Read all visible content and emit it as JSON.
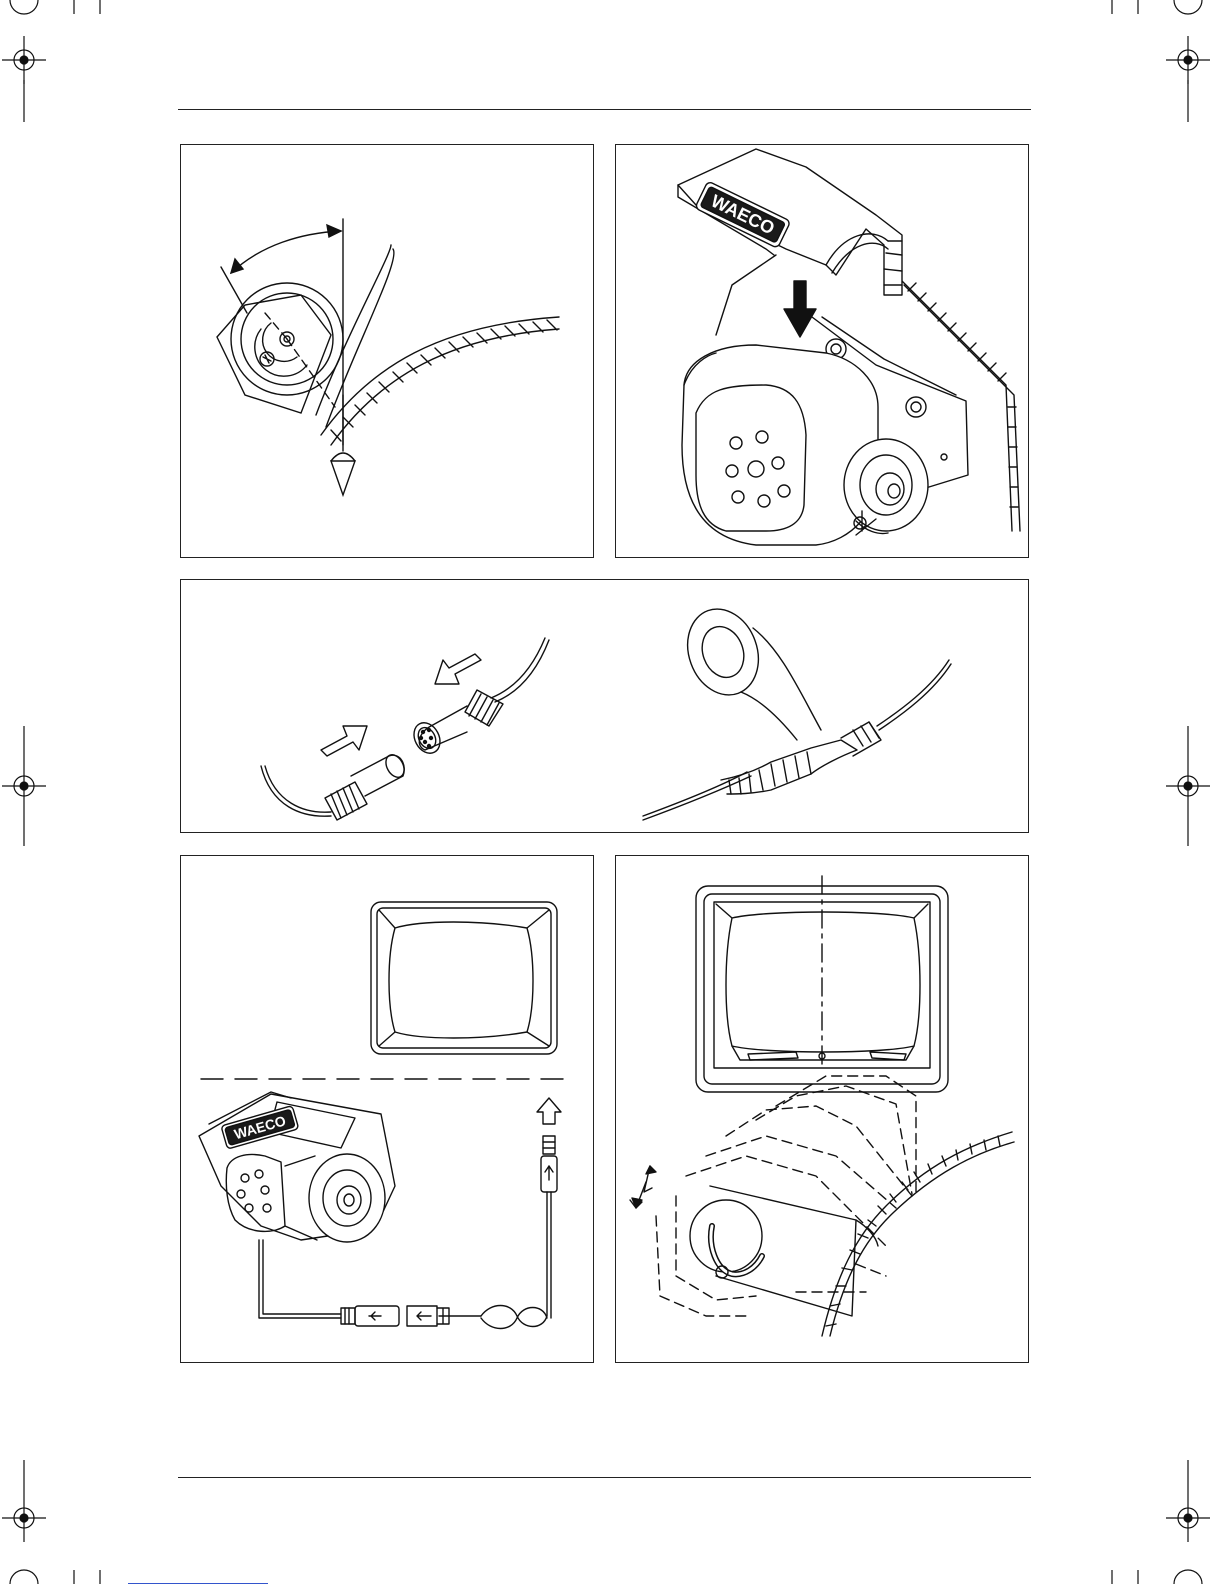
{
  "page": {
    "background": "#ffffff",
    "line_color": "#222222"
  },
  "figures": [
    {
      "id": "fig-mount-angle",
      "icons": [
        "camera-bracket-icon",
        "angle-arc-icon",
        "vehicle-wall-icon"
      ]
    },
    {
      "id": "fig-attach-cover",
      "icons": [
        "camera-cover-icon",
        "down-arrow-icon",
        "camera-body-icon"
      ],
      "brand_logo": "WAECO"
    },
    {
      "id": "fig-connect-cable",
      "icons": [
        "plug-icon",
        "socket-icon",
        "insert-arrow-icon",
        "insulation-tape-icon"
      ]
    },
    {
      "id": "fig-wiring",
      "icons": [
        "monitor-icon",
        "camera-icon",
        "cable-icon",
        "connector-icon"
      ],
      "brand_logo": "WAECO"
    },
    {
      "id": "fig-adjust-view",
      "icons": [
        "monitor-icon",
        "center-line-icon",
        "tilt-camera-icon"
      ]
    }
  ]
}
